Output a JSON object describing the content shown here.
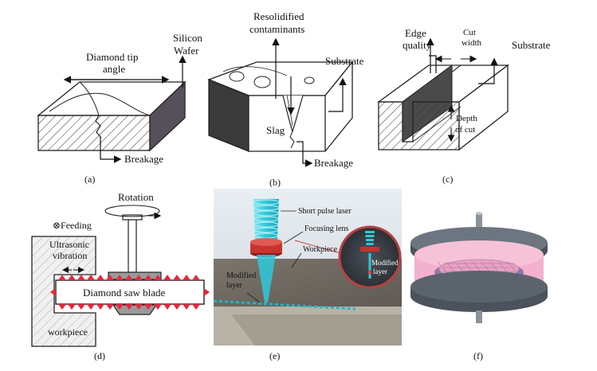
{
  "panel_a": {
    "caption": "(a)",
    "label_diamond_tip_angle_line1": "Diamond tip",
    "label_diamond_tip_angle_line2": "angle",
    "label_silicon_wafer_line1": "Silicon",
    "label_silicon_wafer_line2": "Wafer",
    "label_breakage": "Breakage"
  },
  "panel_b": {
    "caption": "(b)",
    "label_resolidified_line1": "Resolidified",
    "label_resolidified_line2": "contaminants",
    "label_substrate": "Substrate",
    "label_slag": "Slag",
    "label_breakage": "Breakage"
  },
  "panel_c": {
    "caption": "(c)",
    "label_edge_quality_line1": "Edge",
    "label_edge_quality_line2": "quality",
    "label_cut_width_line1": "Cut",
    "label_cut_width_line2": "width",
    "label_substrate": "Substrate",
    "label_depth_line1": "Depth",
    "label_depth_line2": "of cut"
  },
  "panel_d": {
    "caption": "(d)",
    "label_rotation": "Rotation",
    "label_feeding": "⊗Feeding",
    "label_ultrasonic_line1": "Ultrasonic",
    "label_ultrasonic_line2": "vibration",
    "label_blade": "Diamond saw blade",
    "label_workpiece": "workpiece"
  },
  "panel_e": {
    "caption": "(e)",
    "label_short_pulse_laser": "Short pulse laser",
    "label_focusing_lens": "Focusing lens",
    "label_workpiece": "Workpiece",
    "label_modified_layer_line1": "Modified",
    "label_modified_layer_line2": "layer",
    "label_inset_modified_line1": "Modified",
    "label_inset_modified_line2": "layer"
  },
  "panel_f": {
    "caption": "(f)"
  },
  "colors": {
    "laser_cyan": "#2ec9d9",
    "lens_red": "#c8322f",
    "blade_red": "#e8283c",
    "disk_gray": "#5a6470",
    "pad_pink": "#f2a8c8"
  }
}
